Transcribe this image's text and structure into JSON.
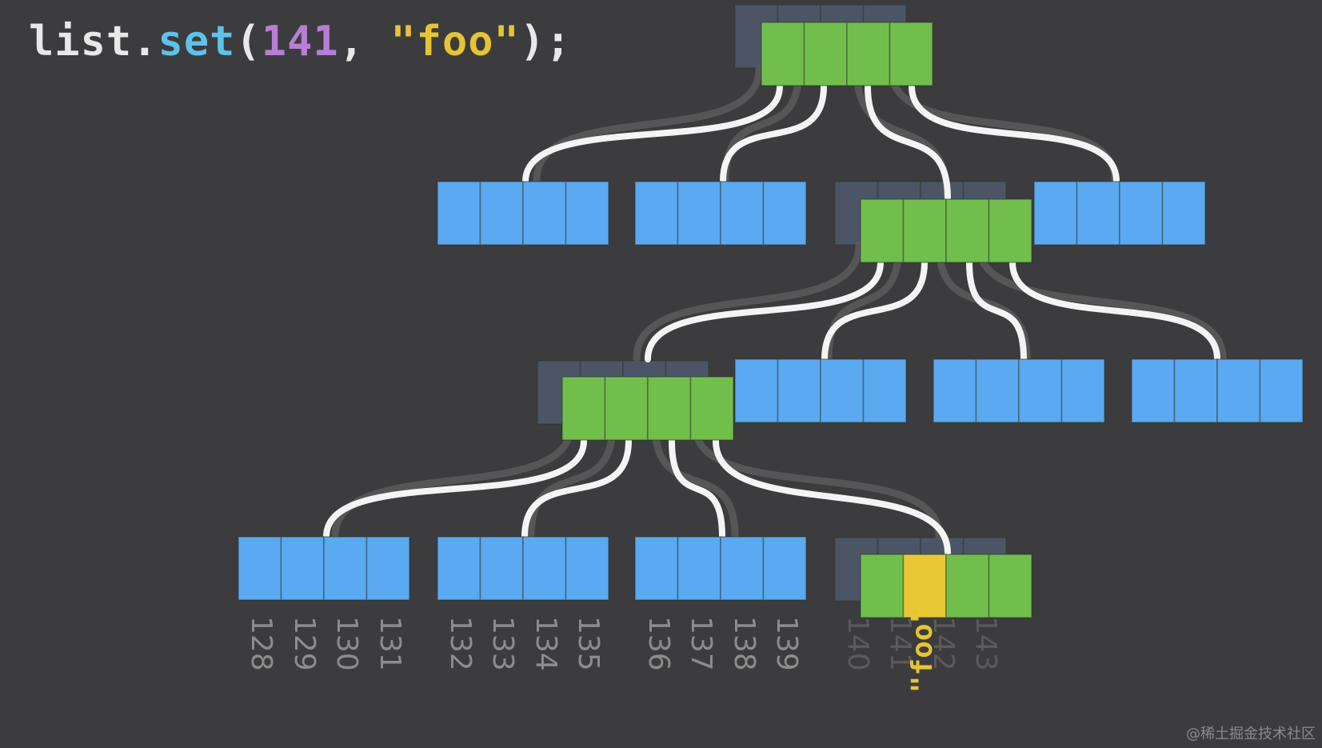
{
  "code_line": {
    "object": "list",
    "dot": ".",
    "method": "set",
    "open_paren": "(",
    "index": "141",
    "comma": ", ",
    "value": "\"foo\"",
    "close": ");"
  },
  "colors": {
    "background": "#3c3c3e",
    "code_default": "#e8e8e8",
    "method": "#5ec3ea",
    "number": "#b67fd6",
    "string": "#e5c533",
    "path_node": "#72be4c",
    "leaf_node": "#5aa9f1",
    "highlight_cell": "#e8c935",
    "ghost_node": "#4c5566",
    "edge": "#f4f4f4",
    "ghost_edge": "#5c5c5e",
    "index_label": "#8c8c8c",
    "index_label_faded": "#5a5a5a"
  },
  "indices": {
    "visible": [
      "128",
      "129",
      "130",
      "131",
      "132",
      "133",
      "134",
      "135",
      "136",
      "137",
      "138",
      "139"
    ],
    "faded": [
      "140",
      "141",
      "142",
      "143"
    ]
  },
  "new_value_label": "\"foo\"",
  "watermark": "@稀土掘金技术社区"
}
